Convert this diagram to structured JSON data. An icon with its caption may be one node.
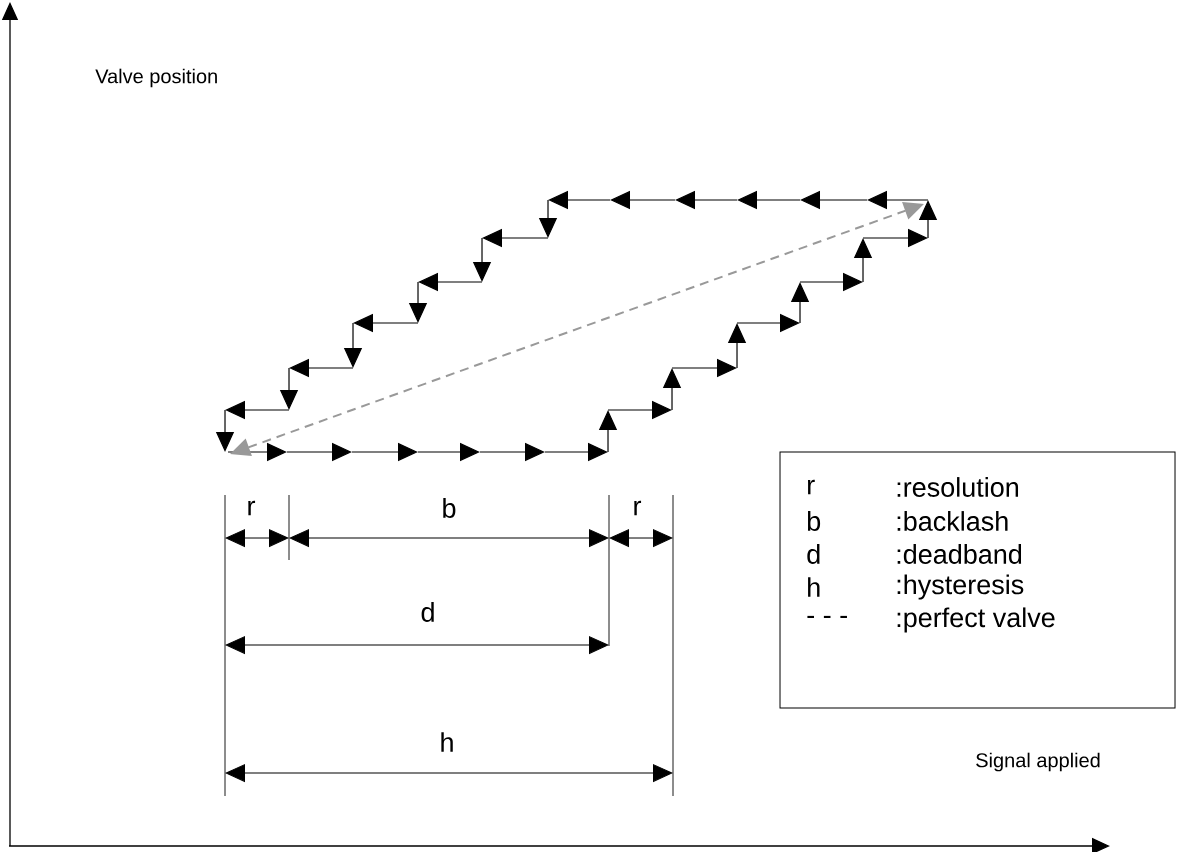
{
  "diagram": {
    "nodes": [
      {
        "text": [
          "r",
          ":resolution",
          "b",
          ":backlash",
          "d",
          ":deadband",
          "h",
          ":hysteresis",
          "- - -",
          ":perfect valve"
        ]
      }
    ],
    "labels": [
      "Valve position",
      "r",
      "b",
      "r",
      "d",
      "h",
      "Signal applied"
    ]
  }
}
